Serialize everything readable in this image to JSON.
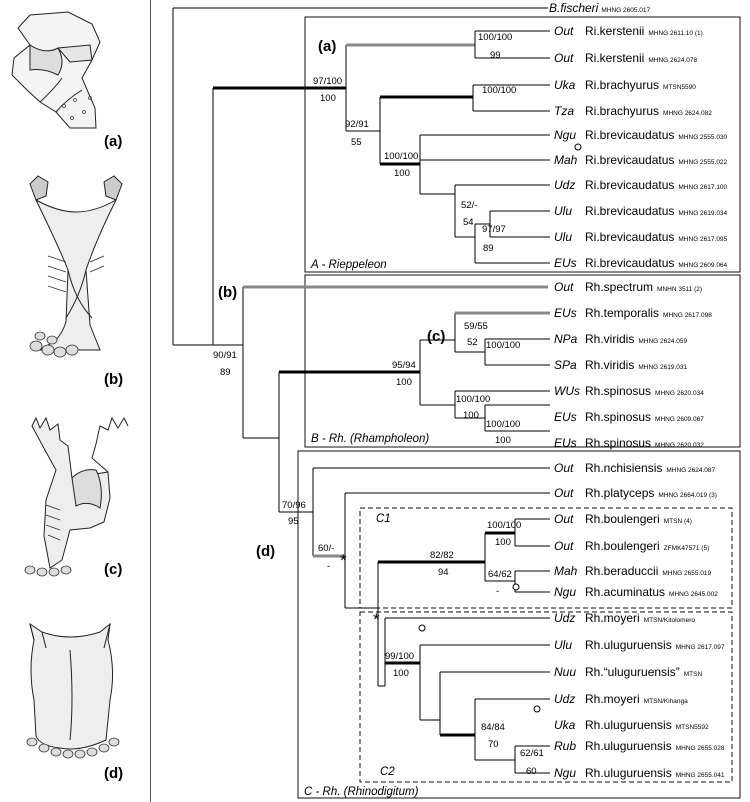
{
  "figure_labels": {
    "a": "(a)",
    "b": "(b)",
    "c": "(c)",
    "d": "(d)"
  },
  "outgroup": {
    "name": "B.fischeri",
    "voucher": "MHNG 2605.017"
  },
  "clades": {
    "A": {
      "label": "A - Rieppeleon"
    },
    "B": {
      "label": "B - Rh. (Rhampholeon)"
    },
    "C": {
      "label": "C - Rh. (Rhinodigitum)"
    },
    "C1": {
      "label": "C1"
    },
    "C2": {
      "label": "C2"
    }
  },
  "taxa": [
    {
      "loc": "Out",
      "name": "Ri.kerstenii",
      "voucher": "MHNG 2611.10 (1)"
    },
    {
      "loc": "Out",
      "name": "Ri.kerstenii",
      "voucher": "MHNG 2624.078"
    },
    {
      "loc": "Uka",
      "name": "Ri.brachyurus",
      "voucher": "MTSN5590"
    },
    {
      "loc": "Tza",
      "name": "Ri.brachyurus",
      "voucher": "MHNG 2624.082"
    },
    {
      "loc": "Ngu",
      "name": "Ri.brevicaudatus",
      "voucher": "MHNG 2555.030"
    },
    {
      "loc": "Mah",
      "name": "Ri.brevicaudatus",
      "voucher": "MHNG 2555.022"
    },
    {
      "loc": "Udz",
      "name": "Ri.brevicaudatus",
      "voucher": "MHNG 2617.100"
    },
    {
      "loc": "Ulu",
      "name": "Ri.brevicaudatus",
      "voucher": "MHNG 2619.034"
    },
    {
      "loc": "Ulu",
      "name": "Ri.brevicaudatus",
      "voucher": "MHNG 2617.095"
    },
    {
      "loc": "EUs",
      "name": "Ri.brevicaudatus",
      "voucher": "MHNG 2609.064"
    },
    {
      "loc": "Out",
      "name": "Rh.spectrum",
      "voucher": "MNHN 3511 (2)"
    },
    {
      "loc": "EUs",
      "name": "Rh.temporalis",
      "voucher": "MHNG 2617.098"
    },
    {
      "loc": "NPa",
      "name": "Rh.viridis",
      "voucher": "MHNG 2624.059"
    },
    {
      "loc": "SPa",
      "name": "Rh.viridis",
      "voucher": "MHNG 2619.031"
    },
    {
      "loc": "WUs",
      "name": "Rh.spinosus",
      "voucher": "MHNG 2620.034"
    },
    {
      "loc": "EUs",
      "name": "Rh.spinosus",
      "voucher": "MHNG 2609.067"
    },
    {
      "loc": "EUs",
      "name": "Rh.spinosus",
      "voucher": "MHNG 2620.032"
    },
    {
      "loc": "Out",
      "name": "Rh.nchisiensis",
      "voucher": "MHNG 2624.087"
    },
    {
      "loc": "Out",
      "name": "Rh.platyceps",
      "voucher": "MHNG 2664.019 (3)"
    },
    {
      "loc": "Out",
      "name": "Rh.boulengeri",
      "voucher": "MTSN (4)"
    },
    {
      "loc": "Out",
      "name": "Rh.boulengeri",
      "voucher": "ZFMK47571 (5)"
    },
    {
      "loc": "Mah",
      "name": "Rh.beraduccii",
      "voucher": "MHNG 2655.019"
    },
    {
      "loc": "Ngu",
      "name": "Rh.acuminatus",
      "voucher": "MHNG 2645.002"
    },
    {
      "loc": "Udz",
      "name": "Rh.moyeri",
      "voucher": "MTSN/Kitolomero"
    },
    {
      "loc": "Ulu",
      "name": "Rh.uluguruensis",
      "voucher": "MHNG 2617.097"
    },
    {
      "loc": "Nuu",
      "name": "Rh.“uluguruensis”",
      "voucher": "MTSN"
    },
    {
      "loc": "Udz",
      "name": "Rh.moyeri",
      "voucher": "MTSN/Kihanga"
    },
    {
      "loc": "Uka",
      "name": "Rh.uluguruensis",
      "voucher": "MTSN5592"
    },
    {
      "loc": "Rub",
      "name": "Rh.uluguruensis",
      "voucher": "MHNG 2655.028"
    },
    {
      "loc": "Ngu",
      "name": "Rh.uluguruensis",
      "voucher": "MHNG 2655.041"
    }
  ],
  "support": {
    "kerst_top": "100/100",
    "kerst_bot": "99",
    "A_top": "97/100",
    "A_bot": "100",
    "brachy_top": "100/100",
    "ri_inner_top": "92/91",
    "ri_inner_bot": "55",
    "brevi_top": "100/100",
    "brevi_bot": "100",
    "udz_top": "52/-",
    "udz_bot": "54",
    "ulu_top": "97/97",
    "ulu_bot": "89",
    "AB_top": "90/91",
    "AB_bot": "89",
    "B_top": "95/94",
    "B_bot": "100",
    "temp_top": "59/55",
    "temp_bot": "52",
    "viridis_top": "100/100",
    "spin_top": "100/100",
    "spin_bot": "100",
    "spin2_top": "100/100",
    "spin2_bot": "100",
    "C_top": "70/96",
    "C_bot": "95",
    "plat_top": "60/-",
    "plat_bot": "-",
    "C1_top": "82/82",
    "C1_bot": "94",
    "boul_top": "100/100",
    "boul_bot": "100",
    "bera_top": "64/62",
    "bera_bot": "-",
    "C2_top": "99/100",
    "C2_bot": "100",
    "uluc_top": "84/84",
    "uluc_bot": "70",
    "ulu2_top": "62/61",
    "ulu2_bot": "60"
  },
  "markers": {
    "star": "*"
  }
}
